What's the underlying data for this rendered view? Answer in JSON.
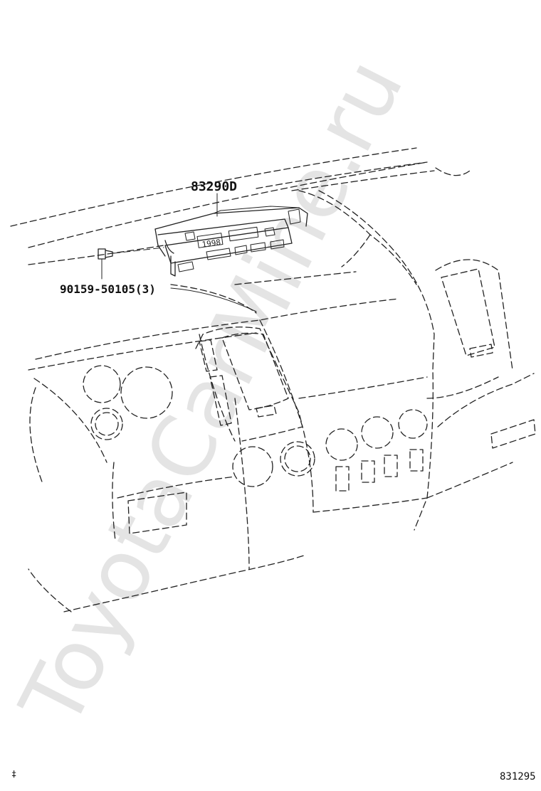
{
  "diagram": {
    "part_callout_main": "83290D",
    "part_callout_bolt": "90159-50105(3)",
    "figure_number": "831295",
    "corner_mark": "‡",
    "display_digits": "1998",
    "watermark": "ToyotaCarMine.ru"
  }
}
